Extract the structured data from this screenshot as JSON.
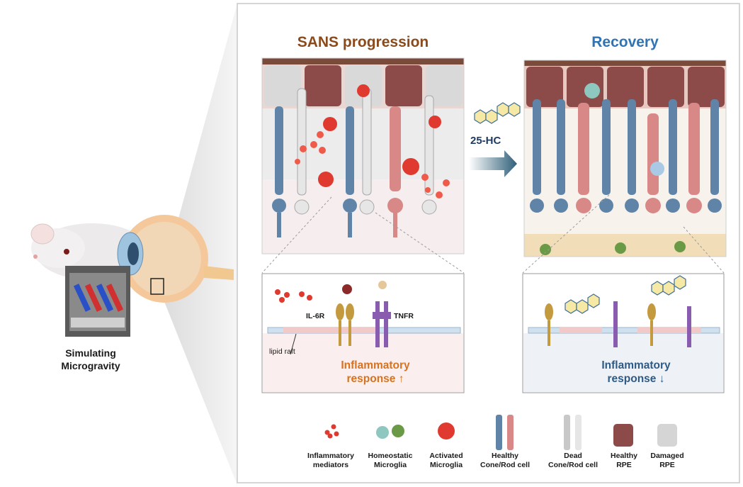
{
  "left": {
    "caption_line1": "Simulating",
    "caption_line2": "Microgravity"
  },
  "panels": {
    "sans_title": "SANS progression",
    "recovery_title": "Recovery",
    "treatment_label": "25-HC"
  },
  "insets": {
    "il6r_label": "IL-6R",
    "tnfr_label": "TNFR",
    "lipid_raft_label": "lipid raft",
    "left_response_line1": "Inflammatory",
    "left_response_line2": "response ↑",
    "right_response_line1": "Inflammatory",
    "right_response_line2": "response ↓"
  },
  "legend": {
    "items": [
      {
        "line1": "Inflammatory",
        "line2": "mediators"
      },
      {
        "line1": "Homeostatic",
        "line2": "Microglia"
      },
      {
        "line1": "Activated",
        "line2": "Microglia"
      },
      {
        "line1": "Healthy",
        "line2": "Cone/Rod cell"
      },
      {
        "line1": "Dead",
        "line2": "Cone/Rod cell"
      },
      {
        "line1": "Healthy",
        "line2": "RPE"
      },
      {
        "line1": "Damaged",
        "line2": "RPE"
      }
    ]
  },
  "colors": {
    "sans_title": "#8a4a1c",
    "recovery_title": "#2f74b5",
    "left_response": "#d9721c",
    "right_response": "#2d5a86",
    "rpe_healthy": "#8c4a48",
    "rpe_damaged": "#d5d5d5",
    "cell_blue": "#5f84a8",
    "cell_pink": "#d98888",
    "microglia_red": "#e0392f",
    "microglia_green": "#6a9a45"
  }
}
